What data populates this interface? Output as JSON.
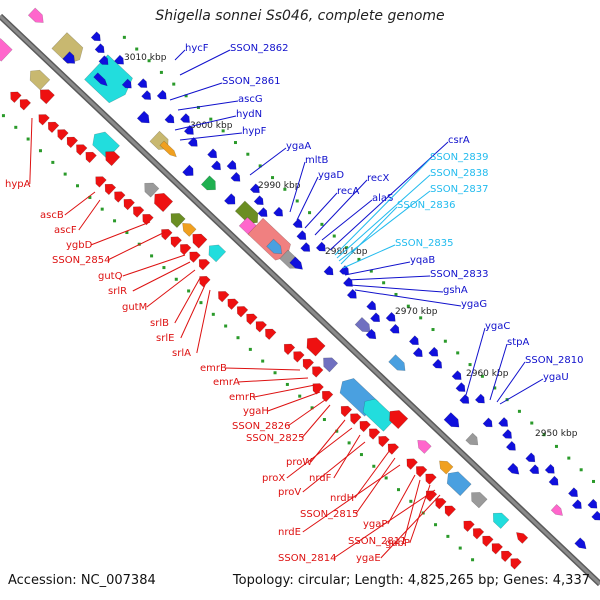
{
  "title": "Shigella sonnei Ss046, complete genome",
  "footer": {
    "accession": "Accession: NC_007384",
    "summary": "Topology: circular; Length: 4,825,265 bp; Genes: 4,337"
  },
  "colors": {
    "background": "#ffffff",
    "backbone": "#8a8a8a",
    "tick": "#2a9a2a",
    "blue_label": "#1010cc",
    "cyan_label": "#22bbee",
    "red_label": "#dd1111",
    "forward_gene": "#1010dd",
    "reverse_gene": "#ee1111"
  },
  "scale_labels": [
    "3010 kbp",
    "3000 kbp",
    "2990 kbp",
    "2980 kbp",
    "2970 kbp",
    "2960 kbp",
    "2950 kbp"
  ],
  "upper_labels": [
    {
      "text": "hycF",
      "color": "blue"
    },
    {
      "text": "SSON_2862",
      "color": "blue"
    },
    {
      "text": "SSON_2861",
      "color": "blue"
    },
    {
      "text": "ascG",
      "color": "blue"
    },
    {
      "text": "hydN",
      "color": "blue"
    },
    {
      "text": "hypF",
      "color": "blue"
    },
    {
      "text": "ygaA",
      "color": "blue"
    },
    {
      "text": "mltB",
      "color": "blue"
    },
    {
      "text": "ygaD",
      "color": "blue"
    },
    {
      "text": "recA",
      "color": "blue"
    },
    {
      "text": "recX",
      "color": "blue"
    },
    {
      "text": "alaS",
      "color": "blue"
    },
    {
      "text": "csrA",
      "color": "blue"
    },
    {
      "text": "SSON_2839",
      "color": "cyan"
    },
    {
      "text": "SSON_2838",
      "color": "cyan"
    },
    {
      "text": "SSON_2837",
      "color": "cyan"
    },
    {
      "text": "SSON_2836",
      "color": "cyan"
    },
    {
      "text": "SSON_2835",
      "color": "cyan"
    },
    {
      "text": "yqaB",
      "color": "blue"
    },
    {
      "text": "SSON_2833",
      "color": "blue"
    },
    {
      "text": "gshA",
      "color": "blue"
    },
    {
      "text": "ygaG",
      "color": "blue"
    },
    {
      "text": "ygaC",
      "color": "blue"
    },
    {
      "text": "stpA",
      "color": "blue"
    },
    {
      "text": "SSON_2810",
      "color": "blue"
    },
    {
      "text": "ygaU",
      "color": "blue"
    }
  ],
  "lower_labels": [
    {
      "text": "hypA"
    },
    {
      "text": "ascB"
    },
    {
      "text": "ascF"
    },
    {
      "text": "ygbD"
    },
    {
      "text": "SSON_2854"
    },
    {
      "text": "gutQ"
    },
    {
      "text": "srlR"
    },
    {
      "text": "gutM"
    },
    {
      "text": "srlB"
    },
    {
      "text": "srlE"
    },
    {
      "text": "srlA"
    },
    {
      "text": "emrB"
    },
    {
      "text": "emrA"
    },
    {
      "text": "emrR"
    },
    {
      "text": "ygaH"
    },
    {
      "text": "SSON_2826"
    },
    {
      "text": "SSON_2825"
    },
    {
      "text": "proW"
    },
    {
      "text": "proX"
    },
    {
      "text": "nrdF"
    },
    {
      "text": "proV"
    },
    {
      "text": "nrdH"
    },
    {
      "text": "SSON_2815"
    },
    {
      "text": "nrdE"
    },
    {
      "text": "ygaP"
    },
    {
      "text": "SSON_2811"
    },
    {
      "text": "gabP"
    },
    {
      "text": "SSON_2814"
    },
    {
      "text": "ygaE"
    }
  ]
}
